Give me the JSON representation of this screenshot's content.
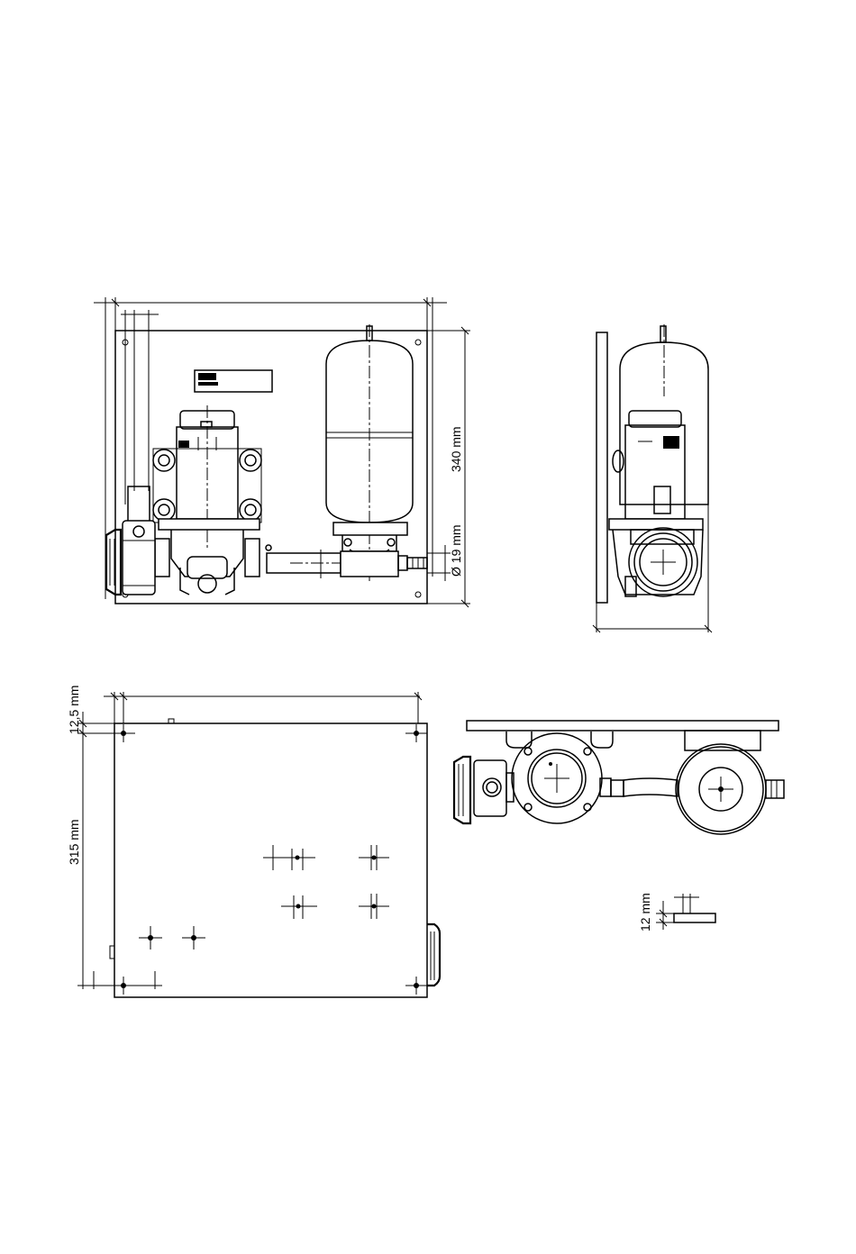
{
  "dimensions": {
    "height_front": "340 mm",
    "hose_diameter": "Ø 19 mm",
    "offset_top": "12,5 mm",
    "depth_plate": "315 mm",
    "plate_thickness": "12 mm"
  },
  "colors": {
    "line": "#000000",
    "background": "#ffffff"
  }
}
